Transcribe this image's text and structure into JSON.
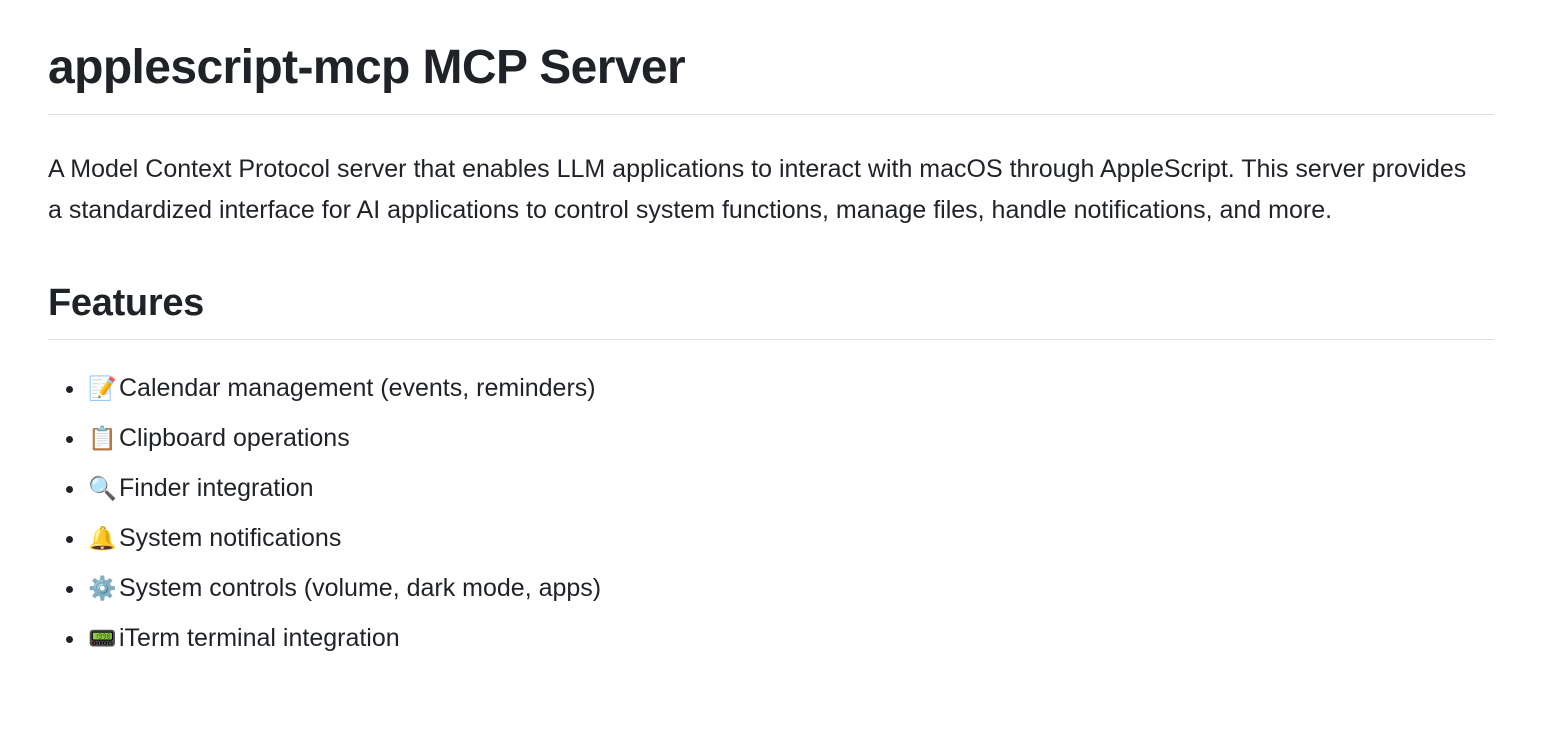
{
  "document": {
    "title": "applescript-mcp MCP Server",
    "intro": "A Model Context Protocol server that enables LLM applications to interact with macOS through AppleScript. This server provides a standardized interface for AI applications to control system functions, manage files, handle notifications, and more.",
    "sections": [
      {
        "heading": "Features",
        "items": [
          {
            "icon": "📝",
            "icon_name": "memo-icon",
            "label": "Calendar management (events, reminders)"
          },
          {
            "icon": "📋",
            "icon_name": "clipboard-icon",
            "label": "Clipboard operations"
          },
          {
            "icon": "🔍",
            "icon_name": "magnifying-glass-icon",
            "label": "Finder integration"
          },
          {
            "icon": "🔔",
            "icon_name": "bell-icon",
            "label": "System notifications"
          },
          {
            "icon": "⚙️",
            "icon_name": "gear-icon",
            "label": "System controls (volume, dark mode, apps)"
          },
          {
            "icon": "📟",
            "icon_name": "pager-icon",
            "label": "iTerm terminal integration"
          }
        ]
      }
    ]
  },
  "colors": {
    "text": "#1f2328",
    "divider": "#d8dee4",
    "background": "#ffffff"
  }
}
